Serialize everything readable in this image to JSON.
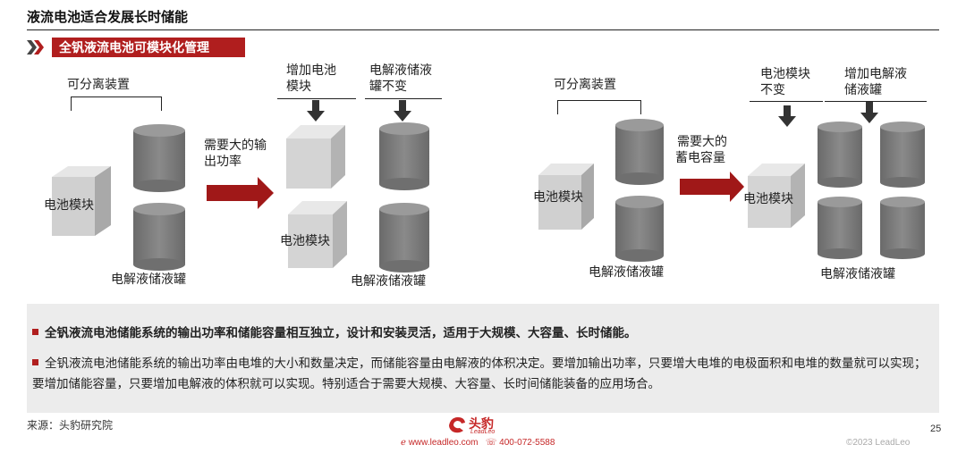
{
  "header": {
    "title": "液流电池适合发展长时储能"
  },
  "section": {
    "title": "全钒液流电池可模块化管理"
  },
  "diagram_left": {
    "separable_label": "可分离装置",
    "cell_module_label": "电池模块",
    "tank_label": "电解液储液罐",
    "arrow_label_line1": "需要大的输",
    "arrow_label_line2": "出功率",
    "add_modules_line1": "增加电池",
    "add_modules_line2": "模块",
    "tank_unchanged_line1": "电解液储液",
    "tank_unchanged_line2": "罐不变",
    "cell_module_label_2": "电池模块",
    "tank_label_2": "电解液储液罐"
  },
  "diagram_right": {
    "separable_label": "可分离装置",
    "cell_module_label": "电池模块",
    "tank_label": "电解液储液罐",
    "arrow_label_line1": "需要大的",
    "arrow_label_line2": "蓄电容量",
    "module_unchanged_line1": "电池模块",
    "module_unchanged_line2": "不变",
    "add_tanks_line1": "增加电解液",
    "add_tanks_line2": "储液罐",
    "cell_module_label_2": "电池模块",
    "tank_label_2": "电解液储液罐"
  },
  "bullets": [
    "全钒液流电池储能系统的输出功率和储能容量相互独立，设计和安装灵活，适用于大规模、大容量、长时储能。",
    "全钒液流电池储能系统的输出功率由电堆的大小和数量决定，而储能容量由电解液的体积决定。要增加输出功率，只要增大电堆的电极面积和电堆的数量就可以实现；要增加储能容量，只要增加电解液的体积就可以实现。特别适合于需要大规模、大容量、长时间储能装备的应用场合。"
  ],
  "footer": {
    "source": "来源：头豹研究院",
    "logo_text": "头豹",
    "logo_sub": "LeadLeo",
    "website": "www.leadleo.com",
    "phone": "400-072-5588",
    "copyright": "©2023 LeadLeo",
    "page_number": "25"
  },
  "colors": {
    "accent_red": "#b01e1e",
    "cylinder_gray": "#777777",
    "cube_gray": "#cfcfcf",
    "panel_gray": "#ececec"
  },
  "icons": {
    "chevron": "double-chevron-right-icon",
    "arrow": "red-arrow-right-icon",
    "down_arrow": "down-arrow-icon"
  }
}
